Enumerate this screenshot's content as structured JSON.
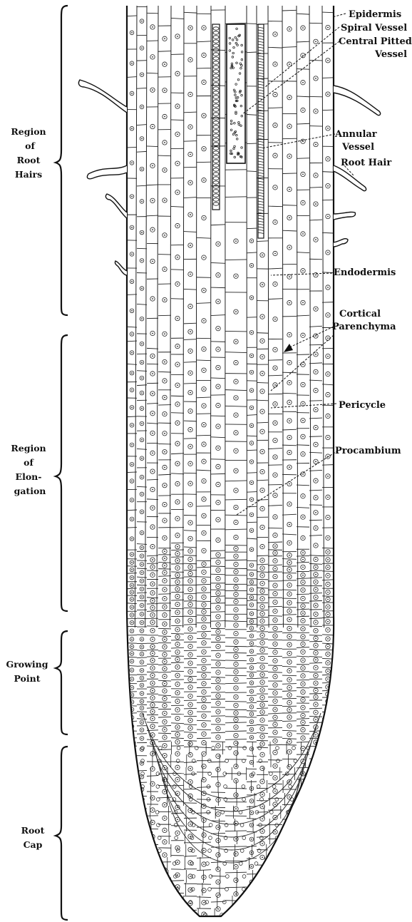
{
  "regions": {
    "root_hairs": [
      "Region",
      "of",
      "Root",
      "Hairs"
    ],
    "elongation": [
      "Region",
      "of",
      "Elon-",
      "gation"
    ],
    "growing_point": [
      "Growing",
      "Point"
    ],
    "root_cap": [
      "Root",
      "Cap"
    ]
  },
  "labels": {
    "epidermis": "Epidermis",
    "spiral_vessel": "Spiral Vessel",
    "central_pitted_1": "Central Pitted",
    "central_pitted_2": "Vessel",
    "annular_1": "Annular",
    "annular_2": "Vessel",
    "root_hair": "Root Hair",
    "endodermis": "Endodermis",
    "cortical_1": "Cortical",
    "cortical_2": "Parenchyma",
    "pericycle": "Pericycle",
    "procambium": "Procambium"
  }
}
